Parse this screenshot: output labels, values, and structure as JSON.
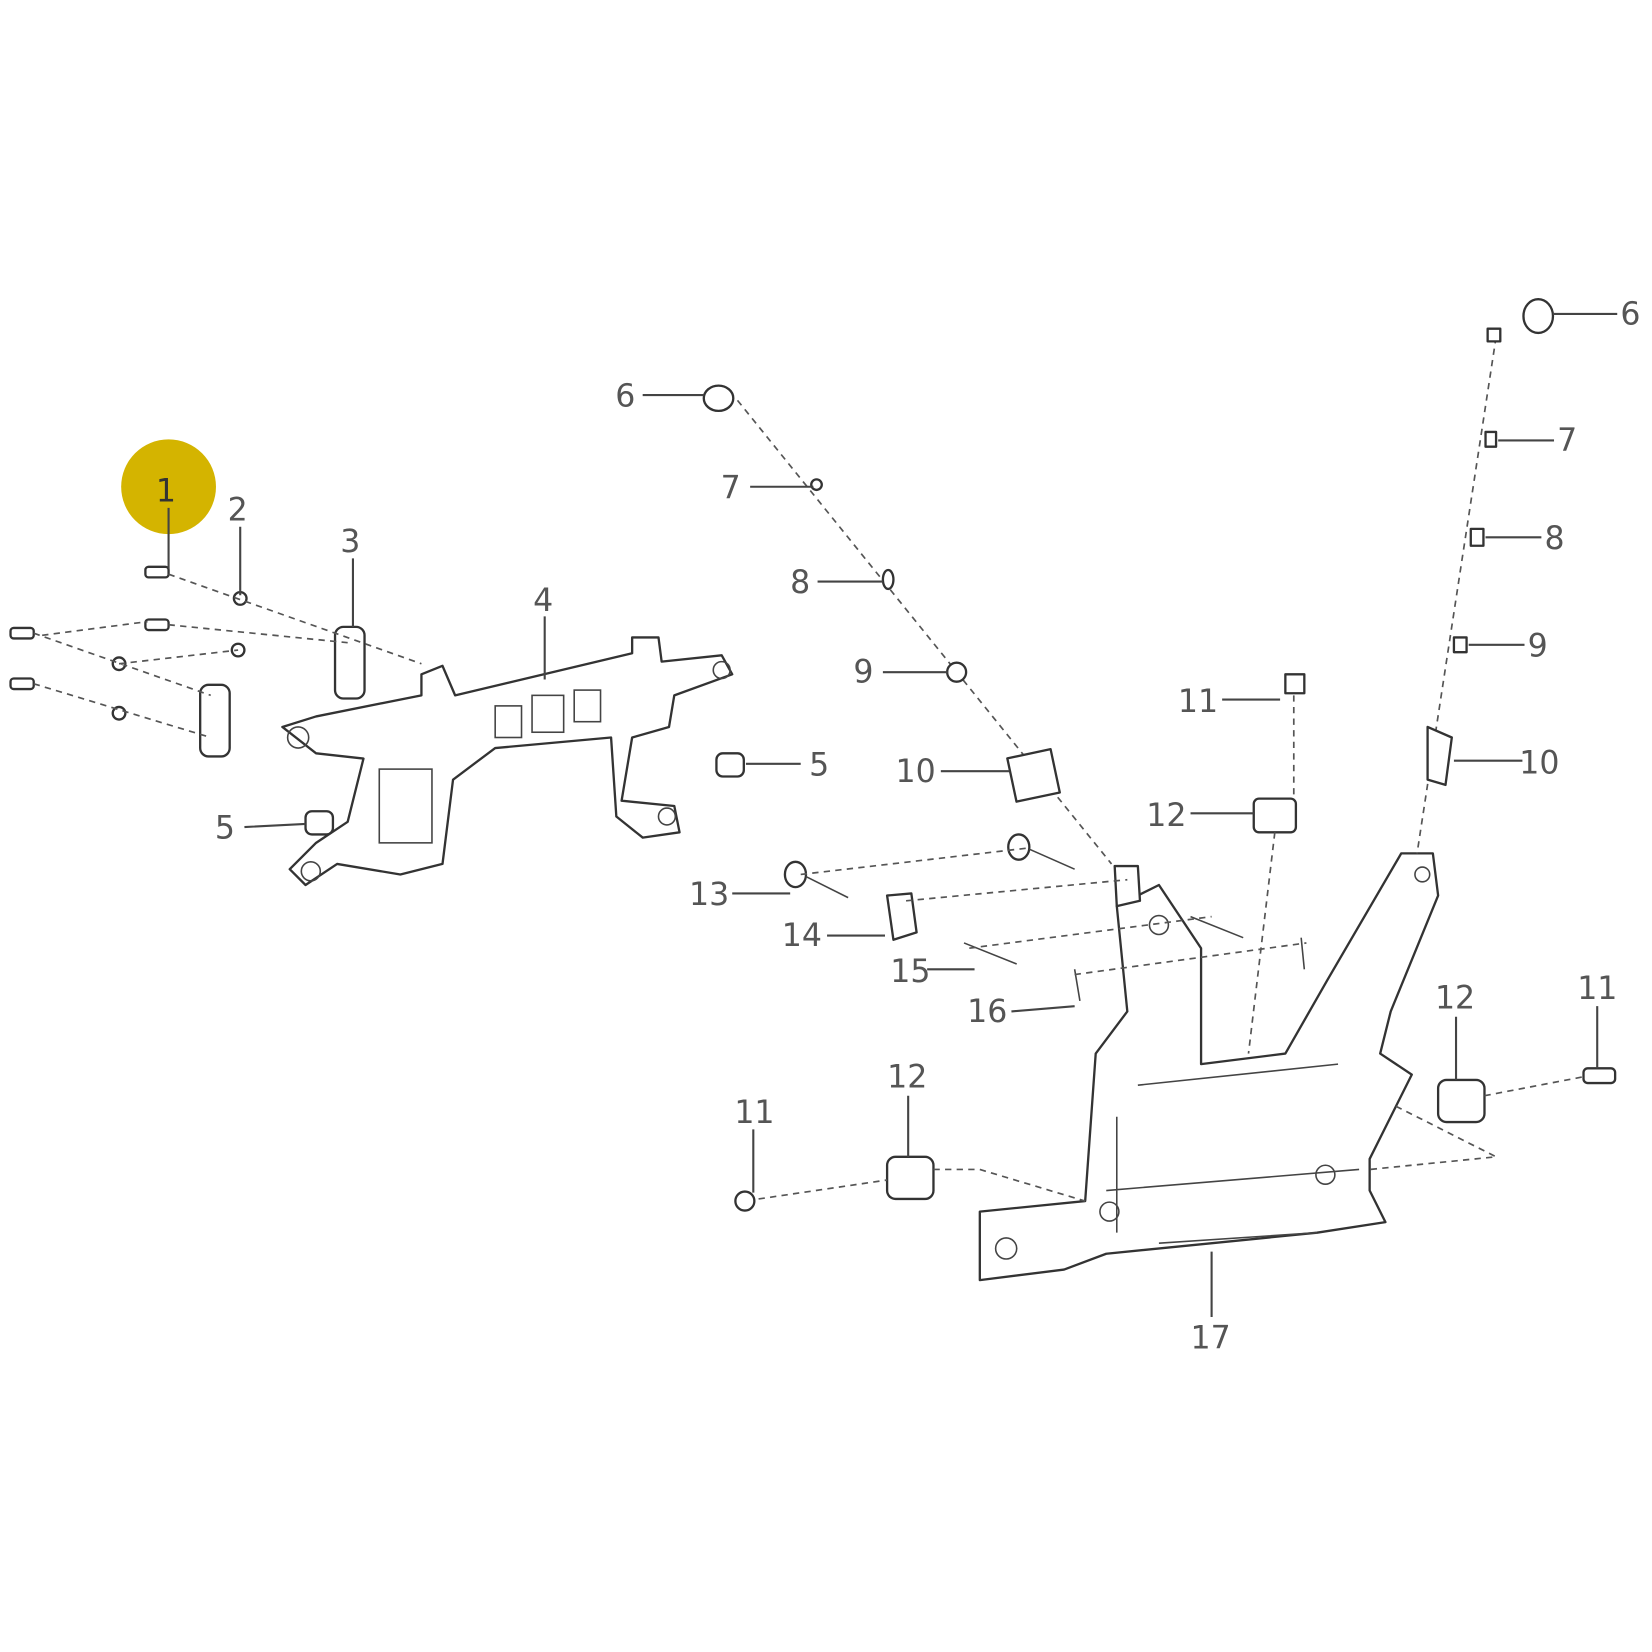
{
  "diagram": {
    "highlight_color": "#d4b400",
    "highlighted_callout": "1",
    "callouts": {
      "c1": "1",
      "c2": "2",
      "c3": "3",
      "c4": "4",
      "c5a": "5",
      "c5b": "5",
      "c6a": "6",
      "c7a": "7",
      "c8a": "8",
      "c9a": "9",
      "c10a": "10",
      "c6b": "6",
      "c7b": "7",
      "c8b": "8",
      "c9b": "9",
      "c10b": "10",
      "c11a": "11",
      "c12a": "12",
      "c11b": "11",
      "c12b": "12",
      "c11c": "11",
      "c12c": "12",
      "c13": "13",
      "c14": "14",
      "c15": "15",
      "c16": "16",
      "c17": "17"
    }
  }
}
